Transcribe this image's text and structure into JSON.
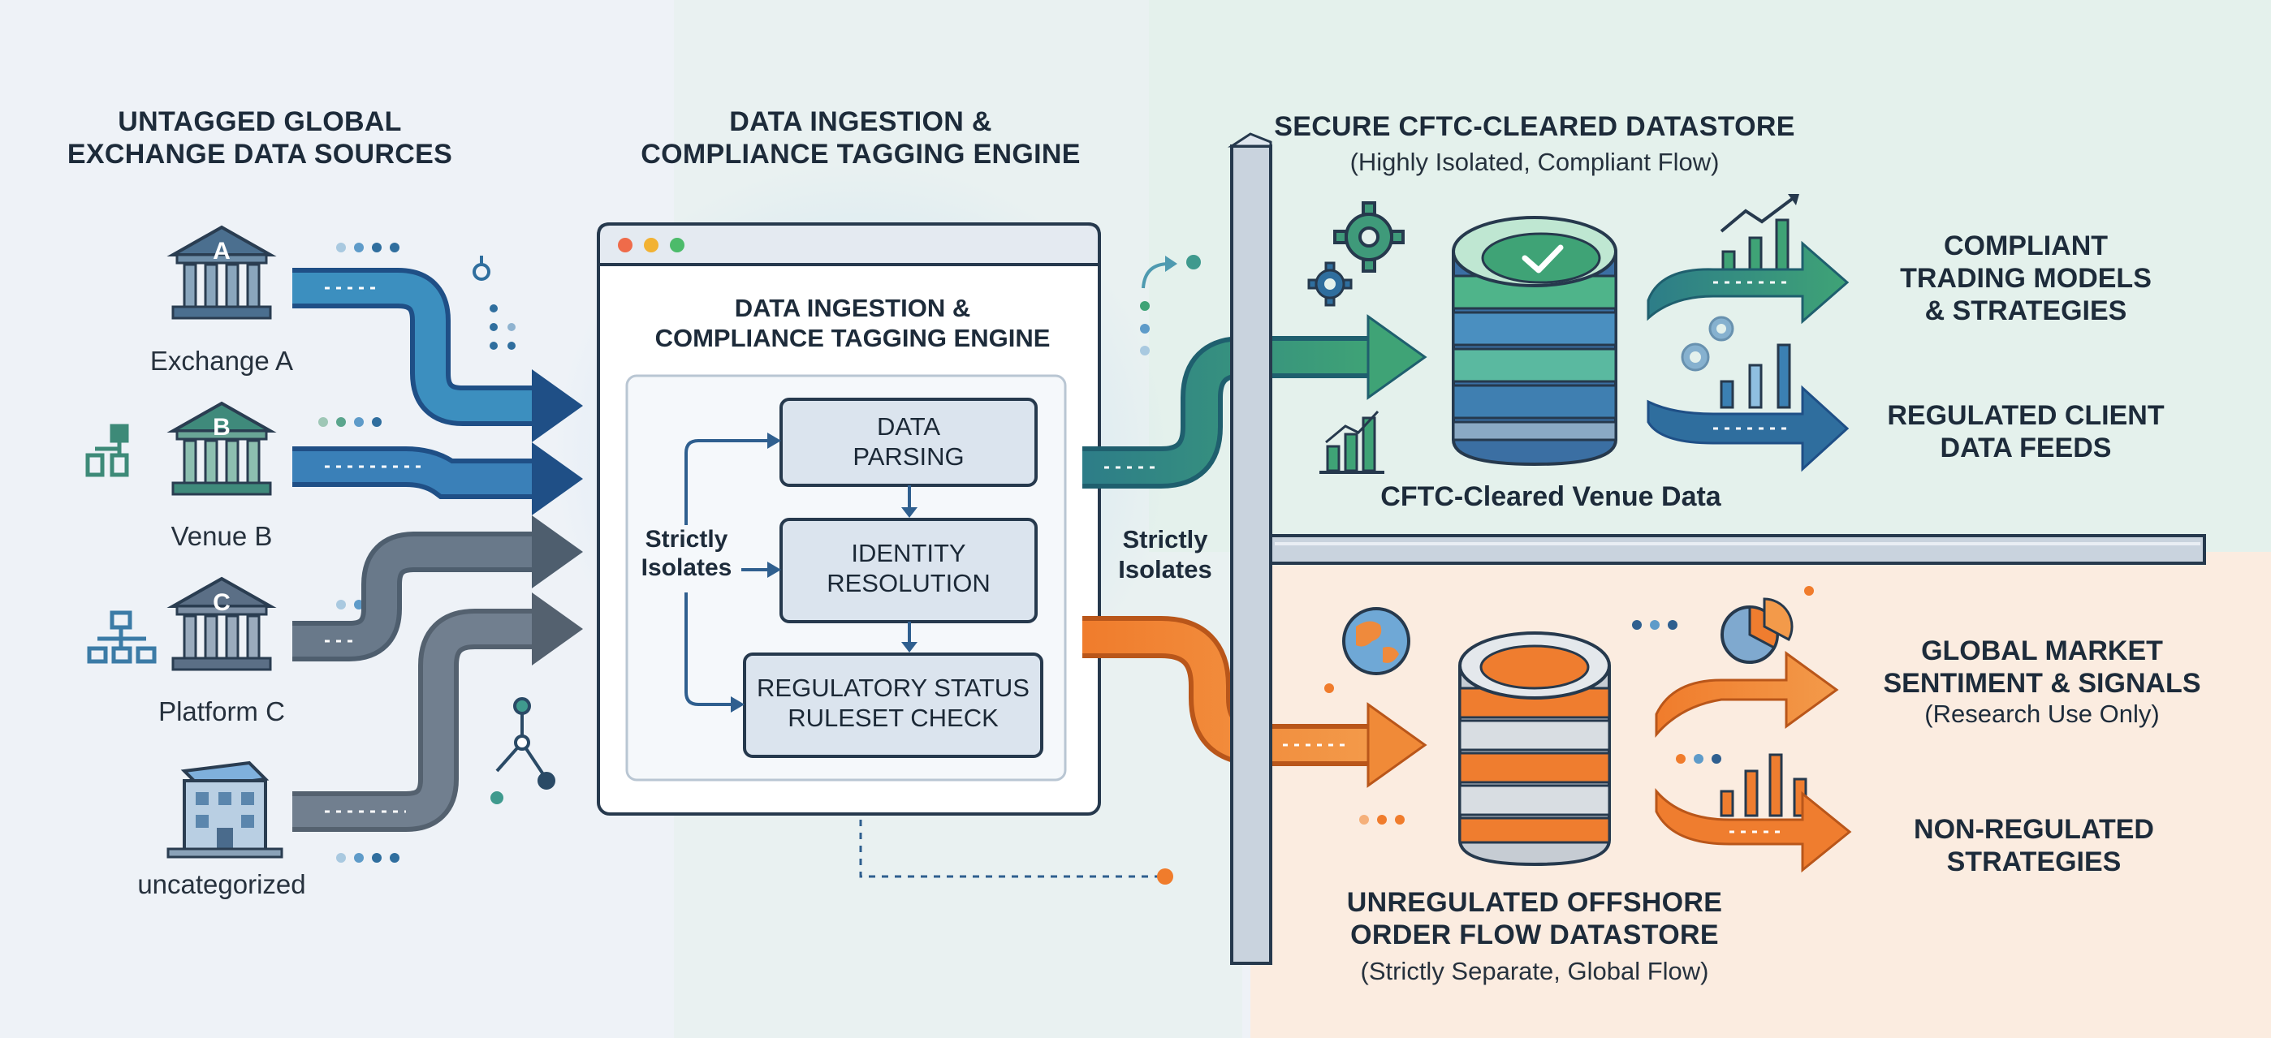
{
  "sources": {
    "title_line1": "UNTAGGED GLOBAL",
    "title_line2": "EXCHANGE DATA SOURCES",
    "items": [
      {
        "badge": "A",
        "label": "Exchange A"
      },
      {
        "badge": "B",
        "label": "Venue B"
      },
      {
        "badge": "C",
        "label": "Platform C"
      },
      {
        "badge": "",
        "label": "uncategorized"
      }
    ]
  },
  "engine": {
    "title_line1": "DATA INGESTION &",
    "title_line2": "COMPLIANCE TAGGING ENGINE",
    "window_title_line1": "DATA INGESTION &",
    "window_title_line2": "COMPLIANCE TAGGING ENGINE",
    "steps": [
      {
        "line1": "DATA",
        "line2": "PARSING"
      },
      {
        "line1": "IDENTITY",
        "line2": "RESOLUTION"
      },
      {
        "line1": "REGULATORY STATUS",
        "line2": "RULESET CHECK"
      }
    ],
    "isolates_line1": "Strictly",
    "isolates_line2": "Isolates"
  },
  "barrier": {
    "isolates_line1": "Strictly",
    "isolates_line2": "Isolates"
  },
  "cleared": {
    "title": "SECURE CFTC-CLEARED DATASTORE",
    "subtitle": "(Highly Isolated, Compliant Flow)",
    "venue_label": "CFTC-Cleared Venue Data",
    "outputs": [
      {
        "line1": "COMPLIANT",
        "line2": "TRADING MODELS",
        "line3": "& STRATEGIES"
      },
      {
        "line1": "REGULATED CLIENT",
        "line2": "DATA FEEDS"
      }
    ],
    "colors": {
      "flow": "#3a8f6e",
      "accent": "#1f5f8b"
    }
  },
  "offshore": {
    "title_line1": "UNREGULATED OFFSHORE",
    "title_line2": "ORDER FLOW DATASTORE",
    "subtitle": "(Strictly Separate, Global Flow)",
    "outputs": [
      {
        "line1": "GLOBAL MARKET",
        "line2": "SENTIMENT & SIGNALS",
        "line3": "(Research Use Only)"
      },
      {
        "line1": "NON-REGULATED",
        "line2": "STRATEGIES"
      }
    ],
    "colors": {
      "flow": "#ef7d2f"
    }
  },
  "icons": [
    "bank-building-icon",
    "office-building-icon",
    "gear-icon",
    "checkmark-icon",
    "bar-chart-icon",
    "globe-icon",
    "pie-chart-icon",
    "network-node-icon",
    "org-chart-icon"
  ]
}
